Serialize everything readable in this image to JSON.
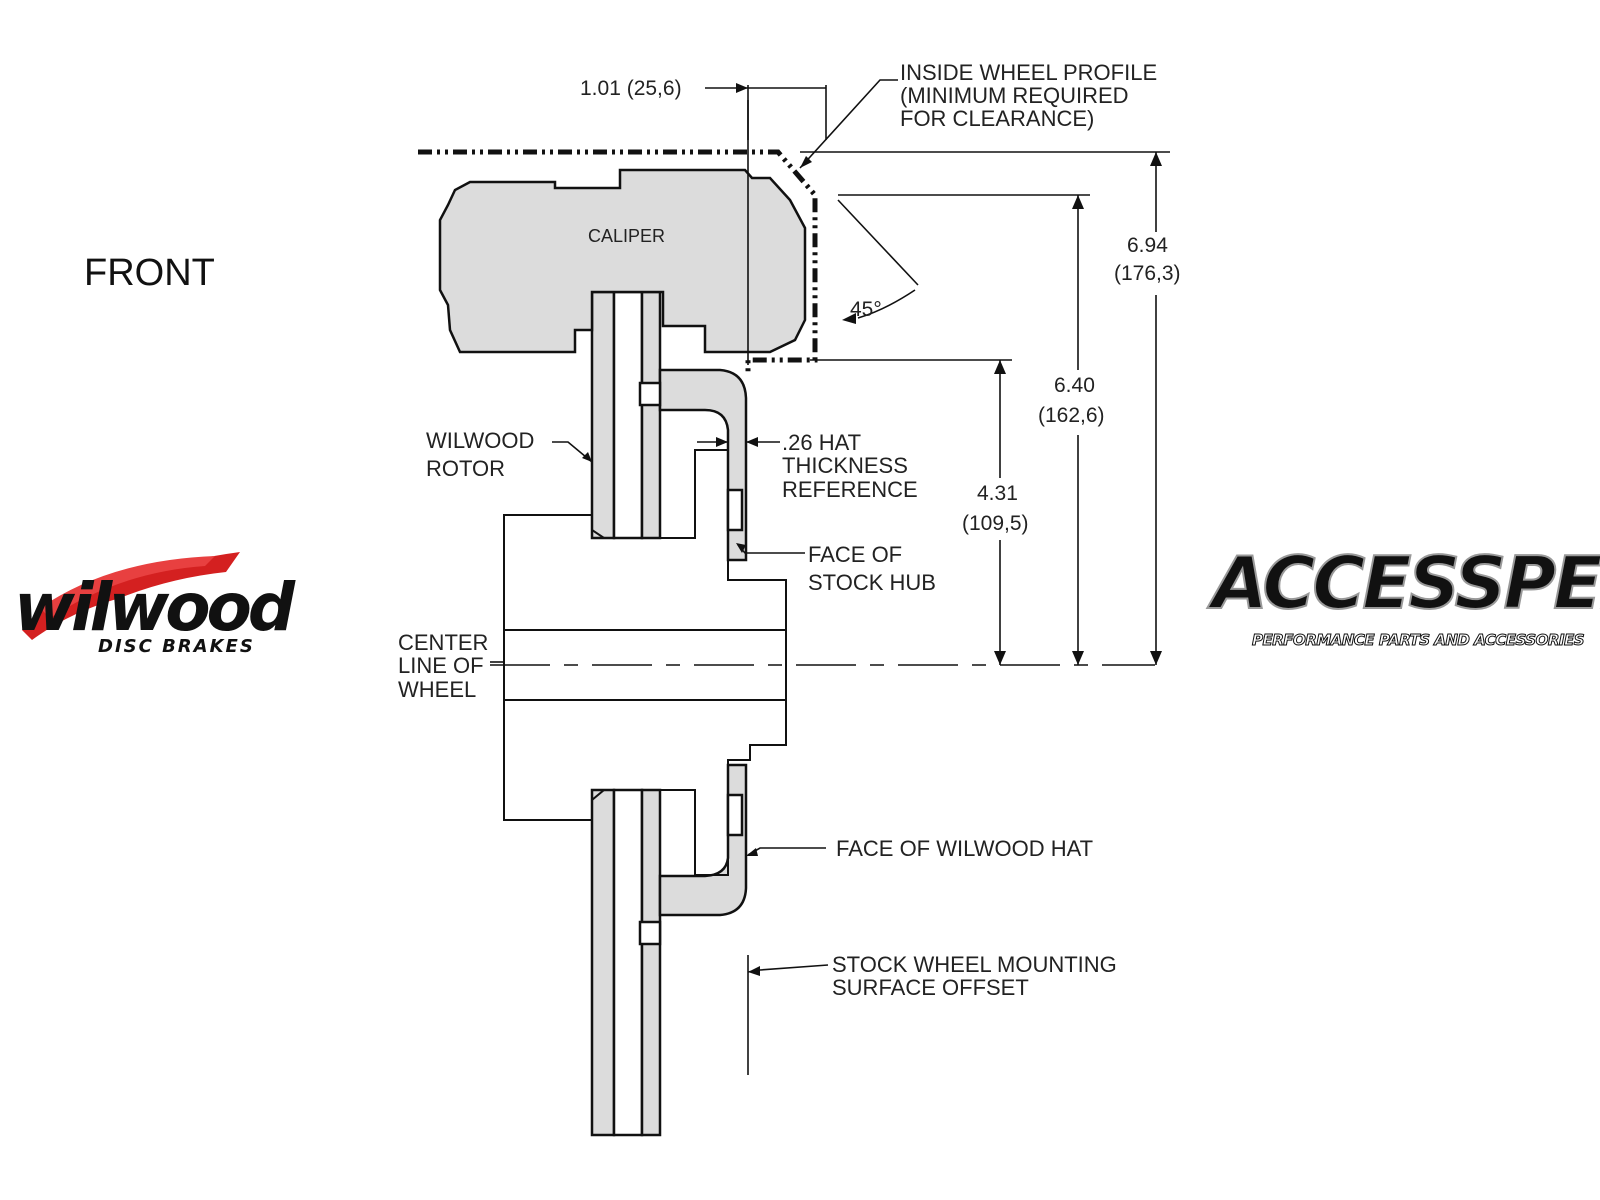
{
  "view_label": "FRONT",
  "labels": {
    "dim_101": "1.01 (25,6)",
    "profile_line1": "INSIDE WHEEL PROFILE",
    "profile_line2": "(MINIMUM REQUIRED",
    "profile_line3": "FOR CLEARANCE)",
    "caliper": "CALIPER",
    "angle": "45°",
    "dim_694_a": "6.94",
    "dim_694_b": "(176,3)",
    "dim_640_a": "6.40",
    "dim_640_b": "(162,6)",
    "dim_431_a": "4.31",
    "dim_431_b": "(109,5)",
    "rotor_line1": "WILWOOD",
    "rotor_line2": "ROTOR",
    "hat_line1": ".26 HAT",
    "hat_line2": "THICKNESS",
    "hat_line3": "REFERENCE",
    "hub_line1": "FACE OF",
    "hub_line2": "STOCK HUB",
    "center_line1": "CENTER",
    "center_line2": "LINE OF",
    "center_line3": "WHEEL",
    "face_hat": "FACE OF WILWOOD HAT",
    "offset_line1": "STOCK WHEEL MOUNTING",
    "offset_line2": "SURFACE OFFSET"
  },
  "logos": {
    "wilwood_word": "wilwood",
    "wilwood_sub": "DISC BRAKES",
    "accespeed_word": "ACCESSPEED",
    "accespeed_sub": "PERFORMANCE PARTS AND ACCESSORIES"
  },
  "colors": {
    "line": "#111111",
    "part_fill": "#dcdcdc",
    "wilwood_red": "#d42020"
  }
}
